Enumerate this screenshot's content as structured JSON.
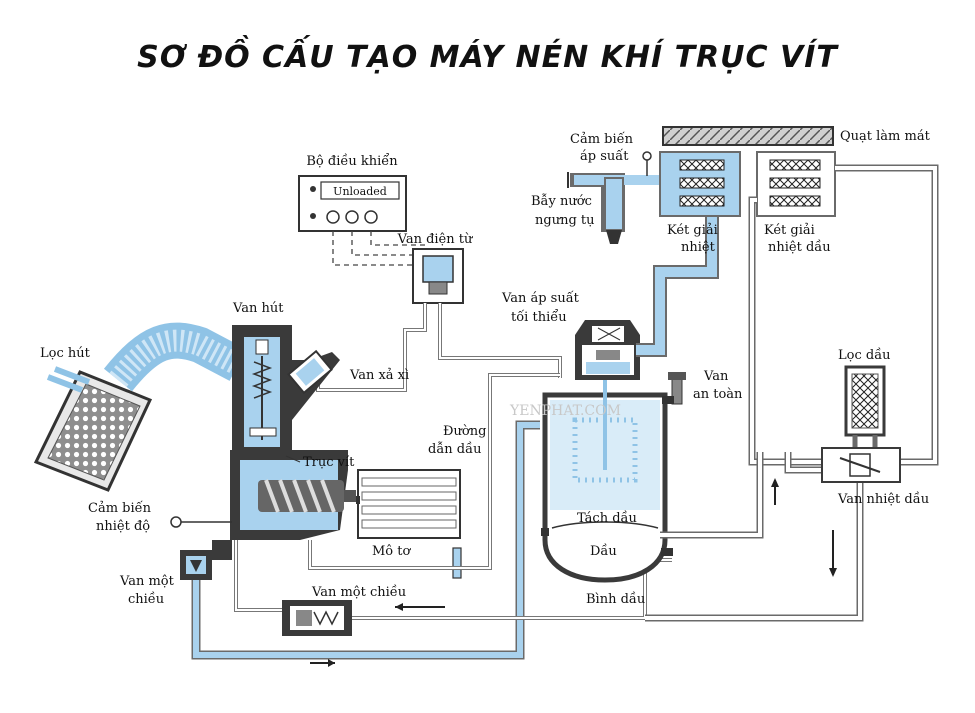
{
  "title": "SƠ ĐỒ CẤU TẠO MÁY NÉN KHÍ TRỤC VÍT",
  "labels": {
    "controller": "Bộ điều khiển",
    "display": "Unloaded",
    "solenoid_valve": "Van điện từ",
    "intake_valve": "Van hút",
    "blowdown_valve": "Van xả xì",
    "intake_filter": "Lọc hút",
    "screw": "Trục vít",
    "temp_sensor_1": "Cảm biến",
    "temp_sensor_2": "nhiệt độ",
    "check_valve_left_1": "Van một",
    "check_valve_left_2": "chiều",
    "motor": "Mô tơ",
    "check_valve_bottom": "Van một chiều",
    "oil_line_1": "Đường",
    "oil_line_2": "dẫn dầu",
    "oil_tank": "Bình dầu",
    "oil_separator": "Tách dầu",
    "oil": "Dầu",
    "min_pressure_valve_1": "Van áp suất",
    "min_pressure_valve_2": "tối thiểu",
    "safety_valve_1": "Van",
    "safety_valve_2": "an toàn",
    "pressure_sensor_1": "Cảm biến",
    "pressure_sensor_2": "áp suất",
    "condensate_trap_1": "Bẫy nước",
    "condensate_trap_2": "ngưng tụ",
    "air_cooler_1": "Két giải",
    "air_cooler_2": "nhiệt",
    "oil_cooler_1": "Két giải",
    "oil_cooler_2": "nhiệt dầu",
    "cooling_fan": "Quạt làm mát",
    "oil_filter": "Lọc dầu",
    "thermo_valve": "Van nhiệt dầu",
    "watermark": "YENPHAT.COM"
  },
  "colors": {
    "air": "#a9d2ee",
    "air_light": "#d9ecf8",
    "pipe_outline": "#6a6a6a",
    "body": "#3a3a3a",
    "text": "#111111"
  }
}
